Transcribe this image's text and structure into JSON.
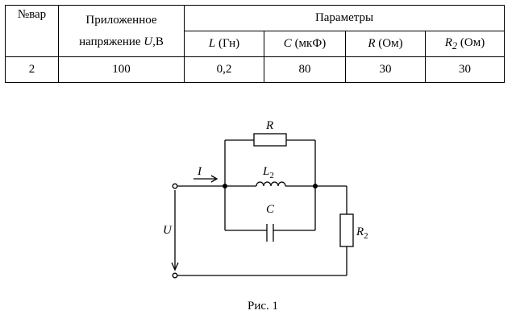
{
  "table": {
    "col_variant": "№вар",
    "col_voltage_line1": "Приложенное",
    "col_voltage_line2": "напряжение ",
    "col_voltage_symbol": "U",
    "col_voltage_unit": ",В",
    "col_params": "Параметры",
    "param_headers": [
      {
        "symbol": "L",
        "sub": "",
        "unit": " (Гн)"
      },
      {
        "symbol": "C",
        "sub": "",
        "unit": " (мкФ)"
      },
      {
        "symbol": "R",
        "sub": "",
        "unit": " (Ом)"
      },
      {
        "symbol": "R",
        "sub": "2",
        "unit": " (Ом)"
      }
    ],
    "row": {
      "variant": "2",
      "voltage": "100",
      "values": [
        "0,2",
        "80",
        "30",
        "30"
      ]
    }
  },
  "circuit": {
    "label_R": "R",
    "label_L": "L",
    "label_L_sub": "2",
    "label_C": "C",
    "label_I": "I",
    "label_U": "U",
    "label_R2": "R",
    "label_R2_sub": "2"
  },
  "caption": "Рис. 1"
}
